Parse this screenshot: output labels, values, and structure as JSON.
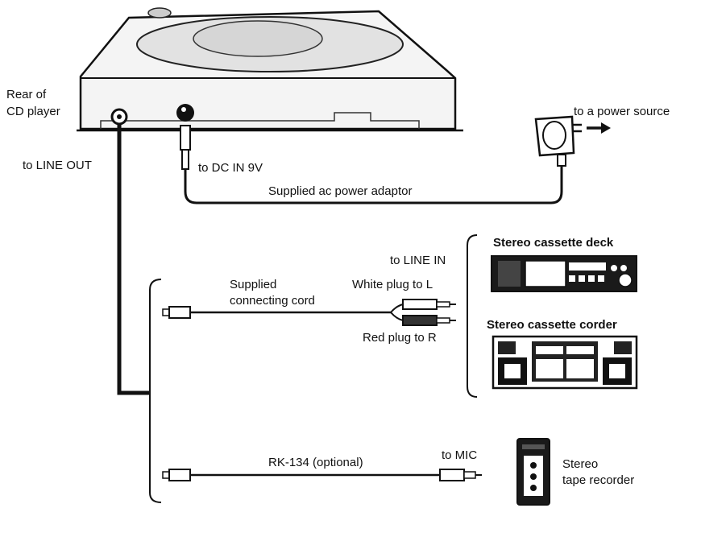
{
  "cd_player": {
    "rear_label_line1": "Rear of",
    "rear_label_line2": "CD player"
  },
  "connections": {
    "line_out": "to LINE OUT",
    "dc_in": "to DC IN 9V",
    "power_adaptor": "Supplied ac power adaptor",
    "power_source": "to a power source",
    "line_in": "to LINE IN",
    "cord_line1": "Supplied",
    "cord_line2": "connecting cord",
    "white_plug": "White plug to L",
    "red_plug": "Red plug to R",
    "rk134": "RK-134 (optional)",
    "mic": "to MIC"
  },
  "devices": {
    "cassette_deck": "Stereo cassette deck",
    "cassette_corder": "Stereo cassette corder",
    "tape_recorder_line1": "Stereo",
    "tape_recorder_line2": "tape recorder"
  }
}
